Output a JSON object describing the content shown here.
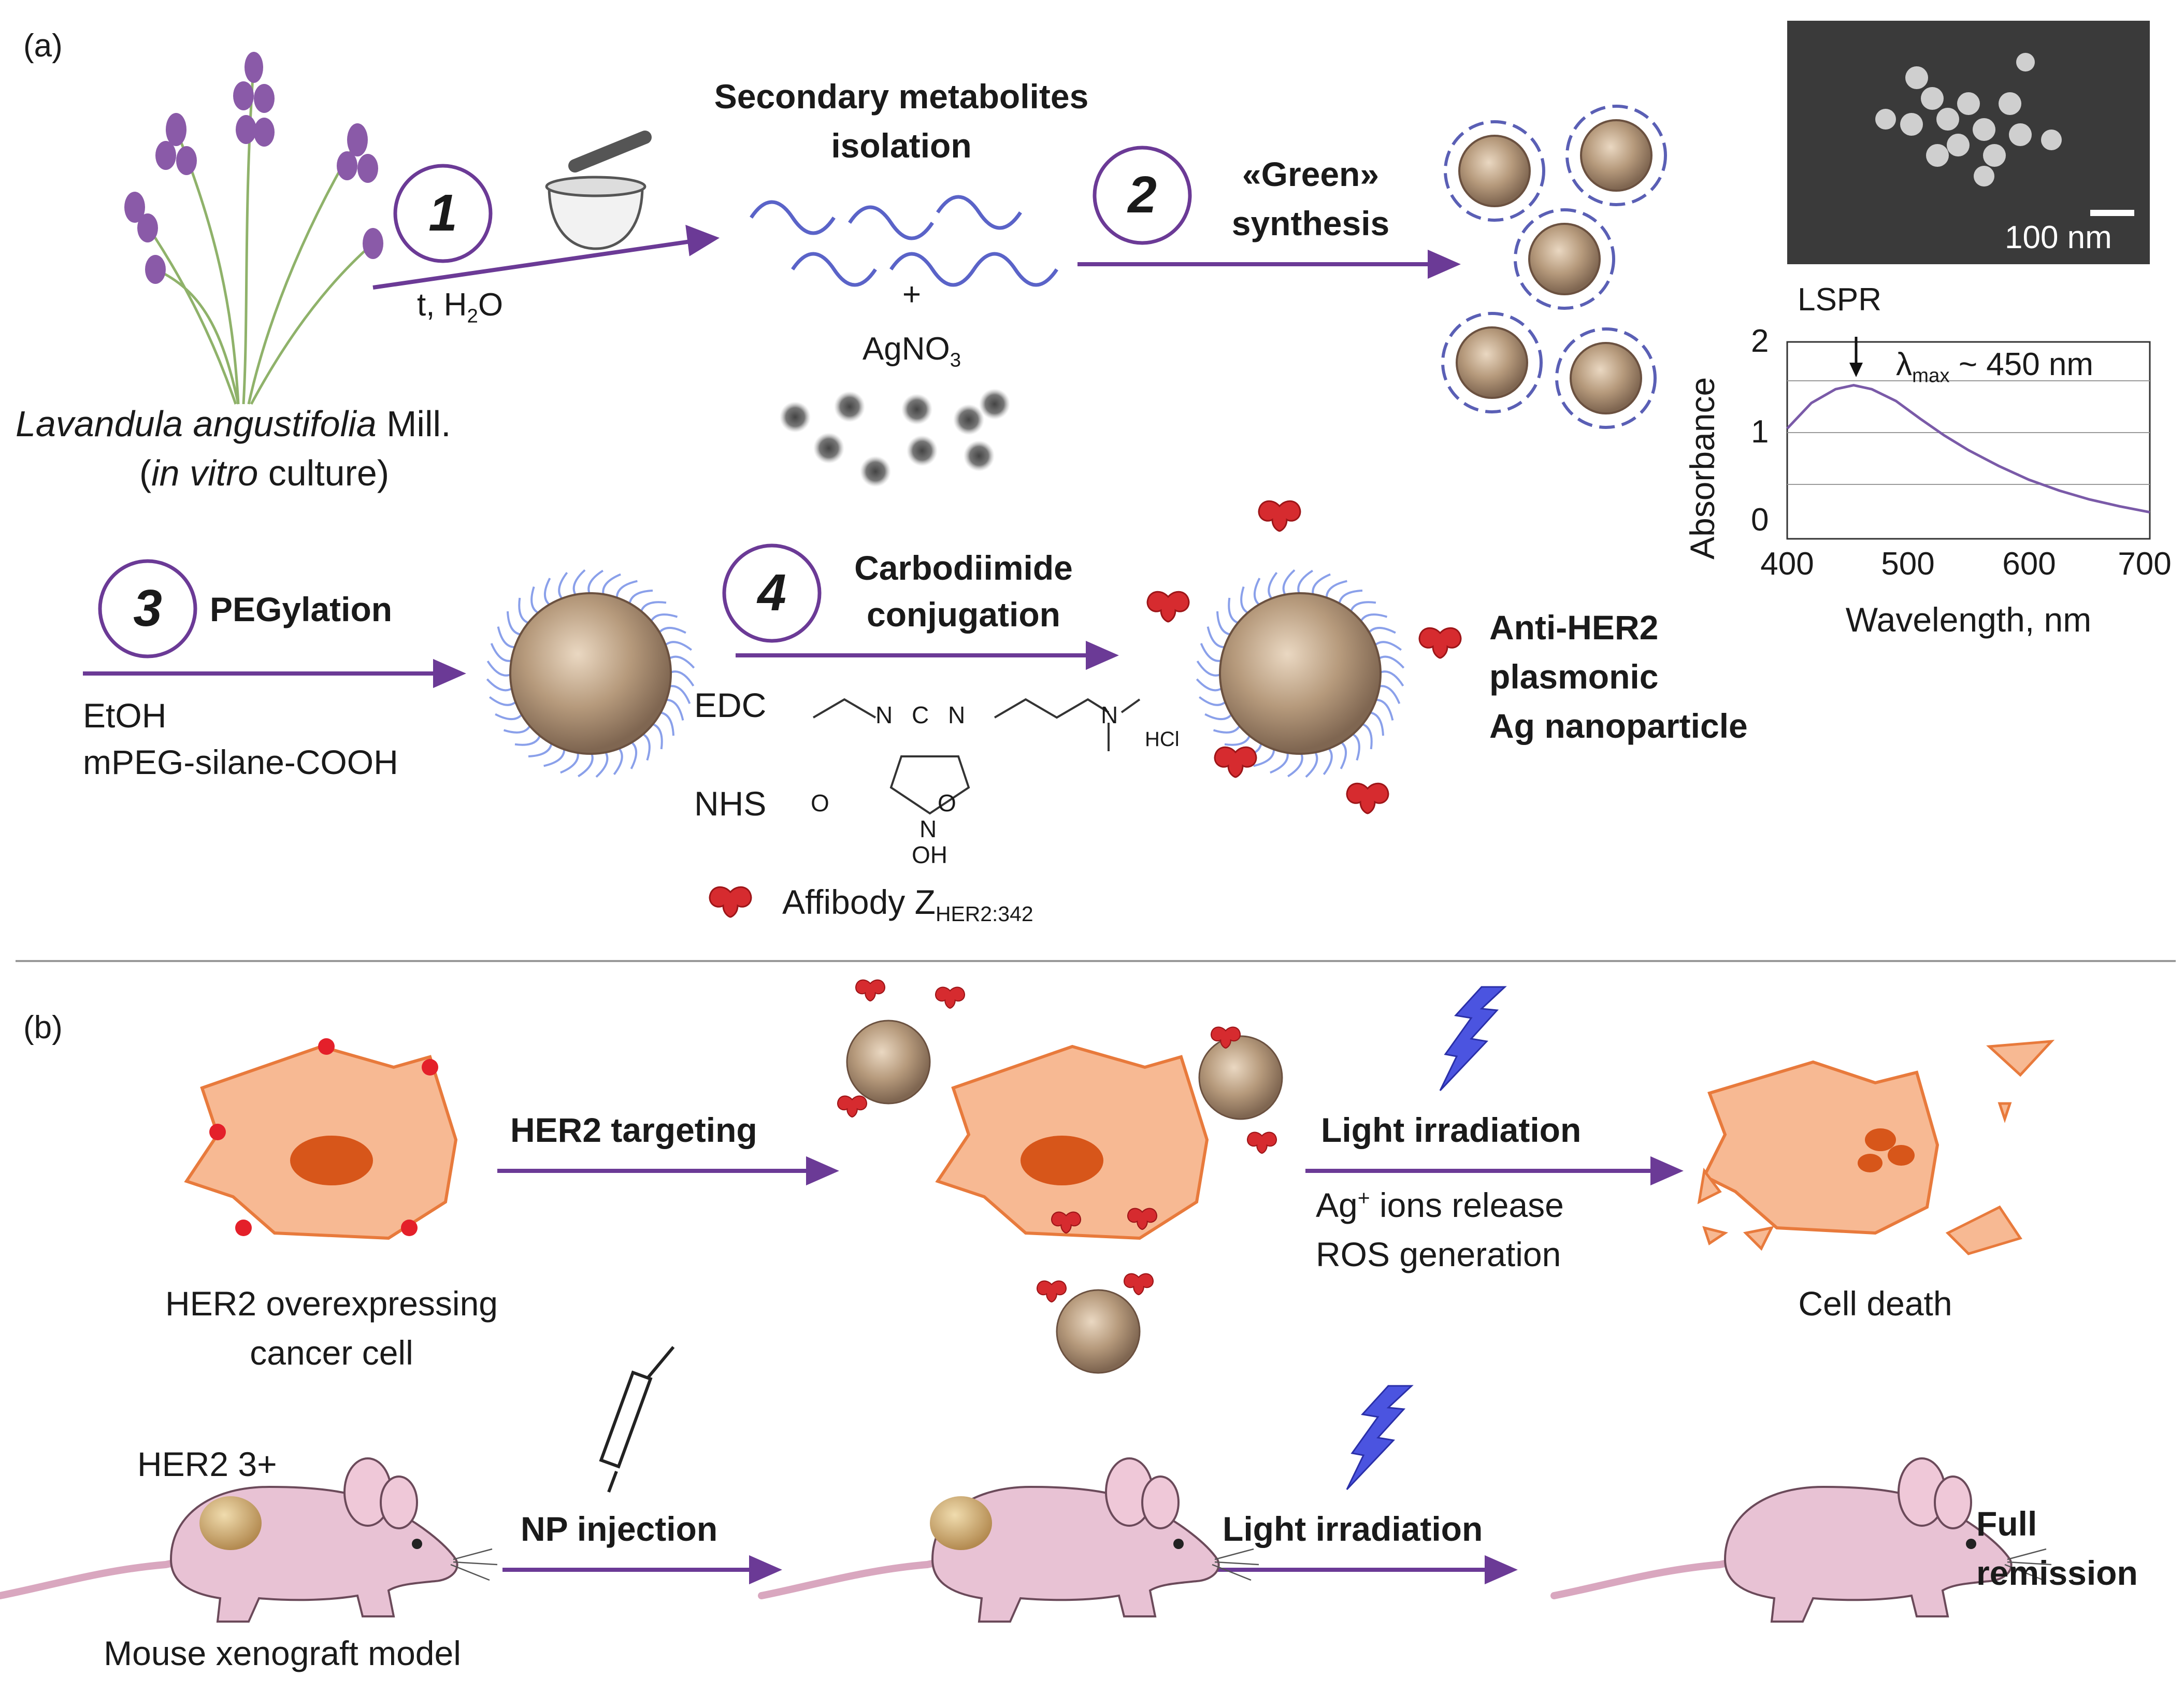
{
  "panel_a": {
    "label": "(a)",
    "plant": {
      "species": "Lavandula angustifolia",
      "authority": " Mill.",
      "culture_open": "(",
      "culture_italic": "in vitro",
      "culture_close": " culture)"
    },
    "step1": {
      "number": "1",
      "condition_a": "t, H",
      "condition_sub": "2",
      "condition_b": "O"
    },
    "isolation": {
      "line1": "Secondary metabolites",
      "line2": "isolation",
      "plus": "+",
      "salt_a": "AgNO",
      "salt_sub": "3"
    },
    "step2": {
      "number": "2",
      "line1": "«Green»",
      "line2": "synthesis"
    },
    "sem": {
      "scale_label": "100 nm"
    },
    "step3": {
      "number": "3",
      "title": "PEGylation",
      "solvent": "EtOH",
      "reagent": "mPEG-silane-COOH"
    },
    "step4": {
      "number": "4",
      "line1": "Carbodiimide",
      "line2": "conjugation",
      "edc": "EDC",
      "edc_n1": "N",
      "edc_c": "C",
      "edc_n2": "N",
      "edc_n3": "N",
      "hcl": "HCl",
      "nhs": "NHS",
      "nhs_o1": "O",
      "nhs_o2": "O",
      "nhs_n": "N",
      "nhs_oh": "OH",
      "affibody_a": "Affibody Z",
      "affibody_sub": "HER2:342"
    },
    "product": {
      "line1": "Anti-HER2",
      "line2": "plasmonic",
      "line3": "Ag nanoparticle"
    }
  },
  "chart_data": {
    "type": "line",
    "xlabel": "Wavelength, nm",
    "ylabel": "Absorbance",
    "xlim": [
      400,
      700
    ],
    "ylim": [
      0,
      2
    ],
    "x_ticks": [
      "400",
      "500",
      "600",
      "700"
    ],
    "y_ticks": [
      "0",
      "1",
      "2"
    ],
    "annotation_peak": "LSPR",
    "annotation_lambda": "λ",
    "annotation_sub": "max",
    "annotation_value": " ~ 450 nm",
    "series": [
      {
        "color": "#7a5aa8",
        "x": [
          400,
          420,
          440,
          455,
          470,
          490,
          510,
          530,
          550,
          575,
          600,
          625,
          650,
          675,
          700
        ],
        "y": [
          1.12,
          1.38,
          1.52,
          1.56,
          1.52,
          1.4,
          1.22,
          1.05,
          0.9,
          0.74,
          0.6,
          0.49,
          0.4,
          0.33,
          0.27
        ]
      }
    ]
  },
  "panel_b": {
    "label": "(b)",
    "cell_label1": "HER2 overexpressing",
    "cell_label2": "cancer cell",
    "targeting": "HER2 targeting",
    "irradiation": "Light irradiation",
    "ions_a": "Ag",
    "ions_sup": "+",
    "ions_b": " ions release",
    "ros": "ROS generation",
    "death": "Cell death",
    "her2": "HER2  3+",
    "mouse_model": "Mouse xenograft model",
    "injection": "NP injection",
    "irradiation2": "Light irradiation",
    "remission1": "Full",
    "remission2": "remission"
  },
  "colors": {
    "arrow": "#6b3a96",
    "antibody": "#d42b2e",
    "cell": "#f5b38c",
    "particle": "#a88868",
    "ligand": "#5a6fd6",
    "mouse": "#e7c0d2"
  }
}
